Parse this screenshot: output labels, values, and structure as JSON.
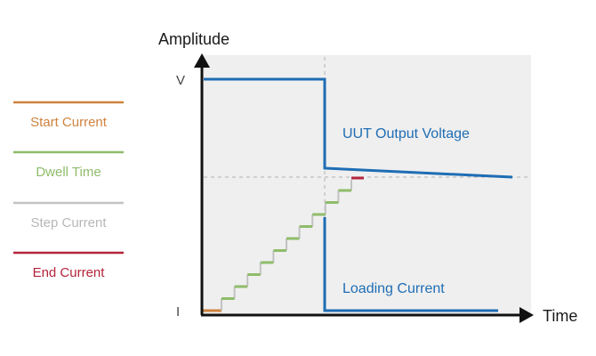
{
  "chart_data": {
    "type": "line",
    "title": "",
    "xlabel": "Time",
    "ylabel": "Amplitude",
    "y_ticks": {
      "top": "V",
      "bottom": "I"
    },
    "grid": false,
    "legend_position": "left",
    "legend": [
      {
        "name": "Start Current",
        "color": "#d0833f"
      },
      {
        "name": "Dwell Time",
        "color": "#8fbc6a"
      },
      {
        "name": "Step Current",
        "color": "#c2c2c2"
      },
      {
        "name": "End Current",
        "color": "#b3243a"
      }
    ],
    "annotations": [
      {
        "text": "UUT Output Voltage",
        "color": "#1e6db4"
      },
      {
        "text": "Loading Current",
        "color": "#1e6db4"
      }
    ],
    "colors": {
      "series": "#1e6db4",
      "plot_background": "#efefef",
      "axis": "#111111",
      "guide": "#b0b0b0"
    }
  }
}
